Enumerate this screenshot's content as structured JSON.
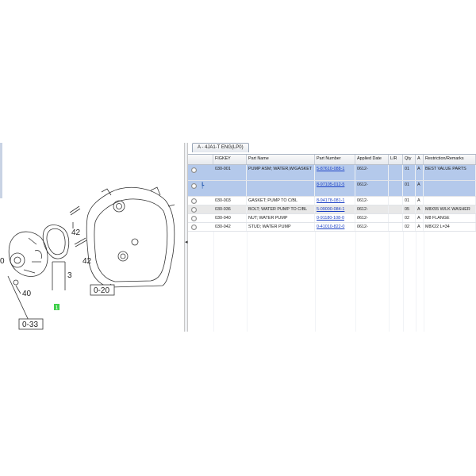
{
  "diagram": {
    "callouts": [
      "42",
      "42",
      "0",
      "3",
      "40",
      "0-20",
      "0-33",
      "1"
    ],
    "colors": {
      "line": "#333333",
      "highlight": "#3fcf4a"
    }
  },
  "tab": {
    "label": "A - 4JA1-T ENG(LP0)"
  },
  "columns": [
    "FIGKEY",
    "Part Name",
    "Part Number",
    "Applied Date",
    "L/R",
    "Qty",
    "A",
    "Restriction/Remarks"
  ],
  "rows": [
    {
      "figkey": "030-001",
      "name": "PUMP ASM; WATER,W/GASKET",
      "number": "5-87610-088-1",
      "date": "0612-",
      "lr": "",
      "qty": "01",
      "a": "A",
      "remarks": "BEST VALUE PARTS",
      "state": "selected"
    },
    {
      "figkey": "",
      "name": "",
      "number": "8-97105-012-5",
      "date": "0612-",
      "lr": "",
      "qty": "01",
      "a": "A",
      "remarks": "",
      "state": "selected",
      "tree_icon": "tree-branch-icon"
    },
    {
      "figkey": "030-003",
      "name": "GASKET; PUMP TO C/BL",
      "number": "8-94178-081-1",
      "date": "0612-",
      "lr": "",
      "qty": "01",
      "a": "A",
      "remarks": "",
      "state": "normal"
    },
    {
      "figkey": "030-036",
      "name": "BOLT; WATER PUMP TO C/BL",
      "number": "5-09000-084-1",
      "date": "0612-",
      "lr": "",
      "qty": "05",
      "a": "A",
      "remarks": "M8X55 W/LK WASHER",
      "state": "grey"
    },
    {
      "figkey": "030-040",
      "name": "NUT; WATER PUMP",
      "number": "0-91180-108-0",
      "date": "0612-",
      "lr": "",
      "qty": "02",
      "a": "A",
      "remarks": "M8 FLANGE",
      "state": "normal"
    },
    {
      "figkey": "030-042",
      "name": "STUD; WATER PUMP",
      "number": "0-41010-822-0",
      "date": "0612-",
      "lr": "",
      "qty": "02",
      "a": "A",
      "remarks": "M8X22 L=34",
      "state": "normal"
    }
  ],
  "colors": {
    "selected_row": "#b4c9eb",
    "grey_row": "#e8e8e8",
    "link": "#1a3fc4"
  }
}
